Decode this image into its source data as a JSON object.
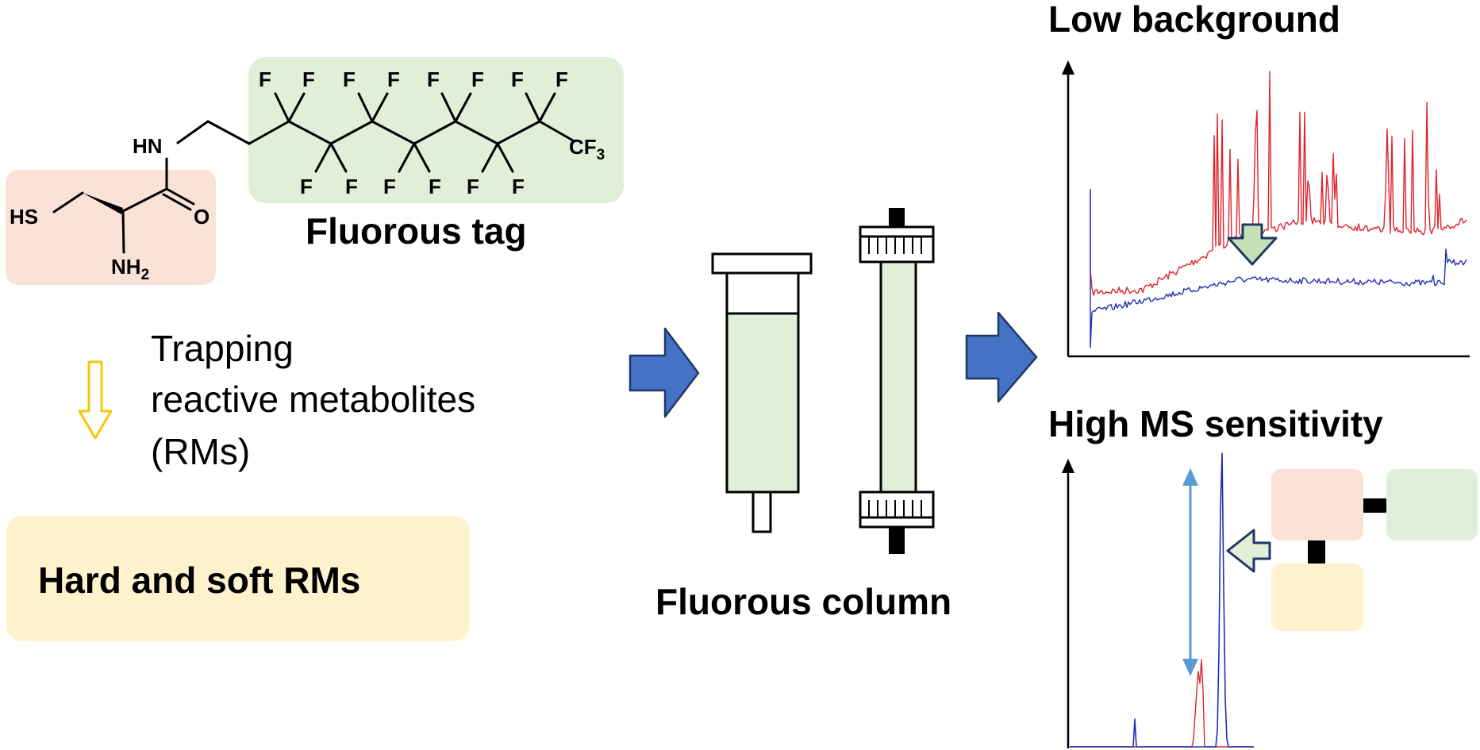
{
  "molecule": {
    "atoms": {
      "f": "F",
      "hn": "HN",
      "o": "O",
      "hs": "HS",
      "nh": "NH",
      "nh_sub": "2",
      "cf": "CF",
      "cf_sub": "3"
    },
    "tag_label": "Fluorous tag",
    "colors": {
      "cysteine_box": "#fbe2d6",
      "tag_box": "#e1efd9"
    }
  },
  "trapping": {
    "lines": [
      "Trapping",
      "reactive metabolites",
      "(RMs)"
    ],
    "arrow_color": "#f5c60a"
  },
  "rms_box": {
    "label": "Hard and soft RMs",
    "color": "#fff2cc"
  },
  "column": {
    "label": "Fluorous column",
    "fill_color": "#e1efd9"
  },
  "flow_arrow_color": "#4472c4",
  "charts": {
    "top": {
      "title": "Low background",
      "series_colors": {
        "before": "#e0242c",
        "after": "#1f2fb5"
      },
      "marker_color": "#c5e0b4"
    },
    "bottom": {
      "title": "High MS sensitivity",
      "series_colors": {
        "before": "#e0242c",
        "after": "#1f2fb5"
      },
      "range_arrow_color": "#5b9bd5",
      "legend_blocks": [
        "#fbe2d6",
        "#e1efd9",
        "#fff2cc"
      ]
    }
  }
}
